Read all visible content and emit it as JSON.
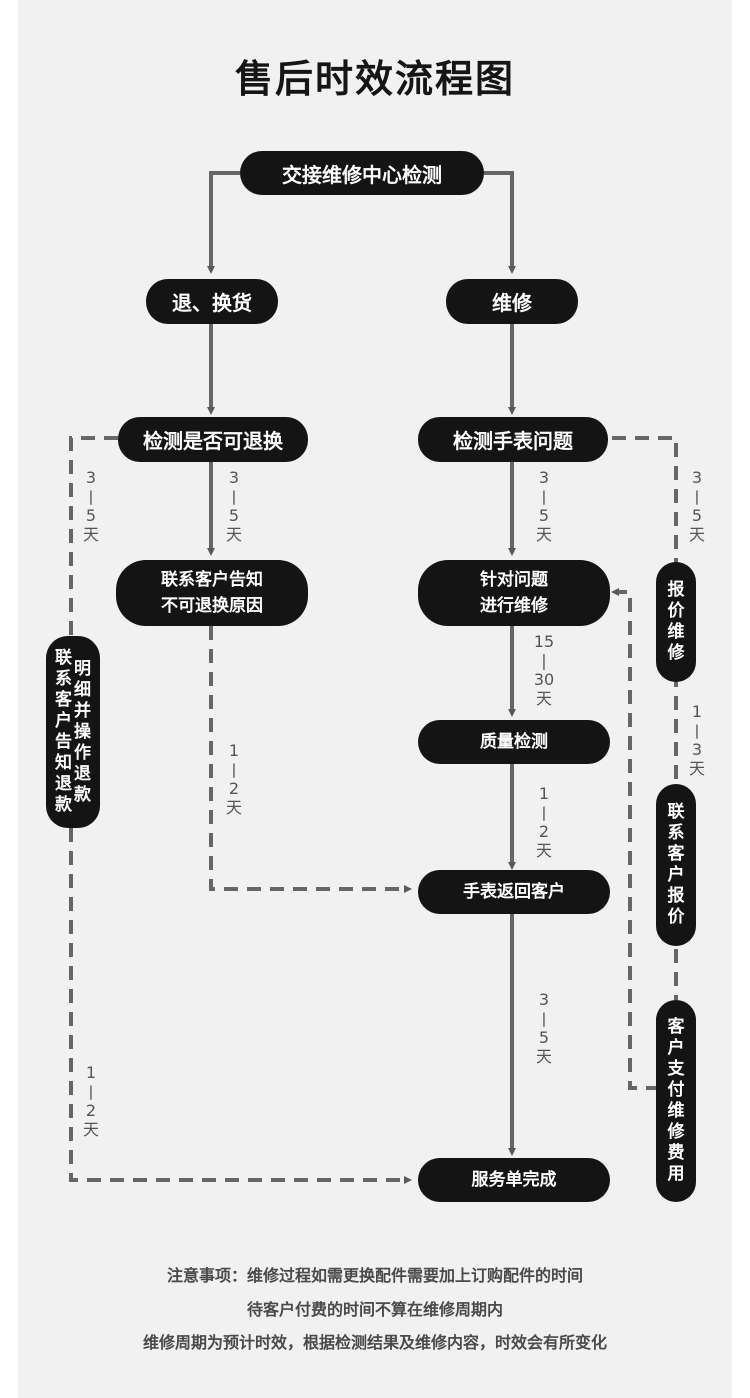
{
  "title": "售后时效流程图",
  "nodes": {
    "start": "交接维修中心检测",
    "return": "退、换货",
    "repair": "维修",
    "check_return": "检测是否可退换",
    "check_watch": "检测手表问题",
    "notify_reason_1": "联系客户告知",
    "notify_reason_2": "不可退换原因",
    "repair_issue_1": "针对问题",
    "repair_issue_2": "进行维修",
    "quality": "质量检测",
    "return_watch": "手表返回客户",
    "done": "服务单完成",
    "refund_left": "联系客户告知退款",
    "refund_right": "明细并操作退款",
    "quote": "报价维修",
    "contact_quote": "联系客户报价",
    "pay": "客户支付维修费用"
  },
  "durations": {
    "left_3_5": "3—5天",
    "mid_3_5": "3—5天",
    "notify_1_2": "1—2天",
    "repair_3_5": "3—5天",
    "repair_15_30": "15—30天",
    "quality_1_2": "1—2天",
    "return_3_5": "3—5天",
    "right_3_5": "3—5天",
    "right_1_3": "1—3天",
    "left_1_2": "1—2天"
  },
  "notes": {
    "line1": "注意事项：维修过程如需更换配件需要加上订购配件的时间",
    "line2": "待客户付费的时间不算在维修周期内",
    "line3": "维修周期为预计时效，根据检测结果及维修内容，时效会有所变化"
  }
}
